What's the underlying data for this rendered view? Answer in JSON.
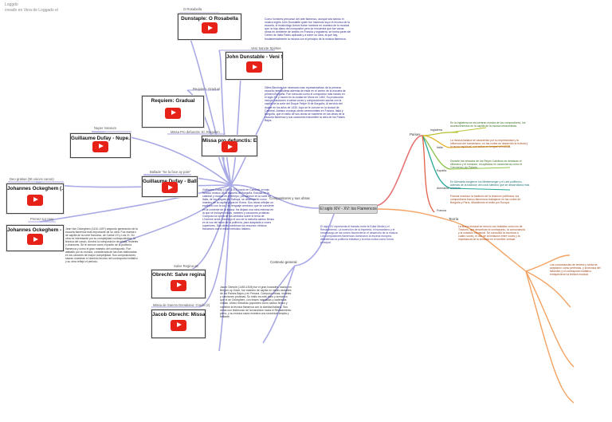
{
  "header": {
    "title": "Loggdo",
    "subtitle": "creado en Vera de Loggado el"
  },
  "central": "El siglo XIV - XV: los Flamencos",
  "branches": {
    "composers": "Compositores y sus obras",
    "context": "Contexto general",
    "paises": "Países",
    "teoria": "Teoría"
  },
  "sub_nodes": {
    "inglaterra": "Inglaterra",
    "italia": "Italia",
    "espana": "España",
    "alemania": "Alemania",
    "francia": "Francia"
  },
  "videos": [
    {
      "label": "O Rosabella",
      "title": "Dunstaple: O Rosabella"
    },
    {
      "label": "Veni Sancte Spiritus",
      "title": "John Dunstable - Veni S..."
    },
    {
      "label": "Requiem: Gradual",
      "title": "Requiem: Gradual"
    },
    {
      "label": "Nuper rosarum",
      "title": "Guillaume Dufay - Nupe..."
    },
    {
      "label": "Missa Pro defunctis: El. Requiem",
      "title": "Missa pro defunctis: El..."
    },
    {
      "label": "Ballade \"Se la face ay pale\"",
      "title": "Guillaume Dufay - Balla..."
    },
    {
      "label": "Deo gratias (36 voices canon)",
      "title": "Johannes Ockeghem (..."
    },
    {
      "label": "Prenez sur moy",
      "title": "Johannes Ockeghem - ..."
    },
    {
      "label": "Salve Regina a8",
      "title": "Obrecht: Salve regina a..."
    },
    {
      "label": "Missa de Sancto Donatiano: Credo (2)",
      "title": "Jacob Obrecht: Missa d..."
    }
  ],
  "texts": {
    "dunstable": "Como hombres precursor del arte flamenco, aunque sea siendo el músico inglés John Dunstable quien fue haciendo suyo el recurso de la escuela, el musicólogo Antoni fuese nombrar en muestra de lo musical que no hay datos del compositor pero se encuentra que fue varias obras en ambiente de ámbito en Francia y Inglaterra, se forma parte del Centro de Italia Flavio aplicada y a sobre su obra, al que hay, fundamentalmente la música con el principio de la música flamenca.",
    "binchois": "Gilles Binchois fue necesario más representativos de la primera escuela neerlandesa además de estar en el centro de la escuela de primera Borgoña. Fue conocido como el compositor más nacido en el siglo XV y muere en la ciudad de Mons en 1460. Su producción incluye canciones a varias voces y composiciones sacras con la capilla de la corte del Duque Felipe III de Borgoña, Al servicio del duque en los años de 1430. Aquí se le conoce en la ciudad de Cambrai. Adriano encargó obras ceremoniales en Francia, Italia y Borgoña, que el estilo de sus obras se mantiene en las obras de la escuela flamenca y sus canciones transmiten la obra de los Países Bajos.",
    "dufay": "Guillaume Dufay (1397-1474) nació en Cambrai, el más famoso músico de la escuela de Borgoña. Estudia en la catedral y música en el tiempo, permanece en la corte de Italia, de los duques de Saboya, se desempeñó como maestro de la capilla papal en Roma. Sus obras reflejan un equilibrio con la voz, su lenguaje armónico que se convierte en la corriente de la época. Ha dejado una obra extensa en la que se incluyen misas, motetes y canciones profanas. Compuso la ópera de los sentidos sobre el tema de L'homme armé. Introdujo el uso de la melodía cantus firmus en la voz del tenor de la polifonía, para adaptarla a voces superiores. Sus obras combinan los recursos rítmicos franceses con el estilo melódico italiano.",
    "ockeghem": "Jean Van Ockeghem (1410-1497) segundo generación de la escuela flamenca más importante de su obra. Fue maestro de capilla de la corte francesa, de Carlos VII y Luis XI. Su obra es interesante por su complejidad contrapuntística, la técnica del canon, dominó la composición de misas, motetes y chansons. Se le conoce como el padre de la polifonía flamenca y como el gran maestro del contrapunto. Fue alabado por su música, considerada de las más elaboradas en los cánones de mayor complejidad. Sus composiciones sacras muestran el dominio técnico del contrapunto imitativo y su obra reflejó el periodo.",
    "obrecht": "Jacob Obrecht (1450-1505) fue el gran holandés, nacido en Bergen op Zoom, fue maestro de capilla en varias ciudades de los Países Bajos y en Ferrara. Compuso misas, motetes y canciones profanas. Su estilo es más claro y armónico que el de Ockeghem, con frases marcadas y cadencias nítidas. Utilizó melodías populares como cantus firmus y combinó la técnica flamenca con la claridad italiana. Sus obras son testimonio de la transición hacia el Renacimiento pleno, y su música sacra muestra una sonoridad amplia y brillante.",
    "inglaterra": "En la Inglaterra se encuentran música de los compositores, los acontecimientos en la capilla de la música renacentista.",
    "italia": "La música italiana se caracterizó por su expresividad y la influencia del humanismo; en las cortes se desarrolló la frottola y la lauda espiritual, con textos en lengua vernácula.",
    "espana": "Durante los reinados de los Reyes Católicos se destacan el villancico y el romance, recopilados en cancioneros como el Cancionero de Palacio.",
    "alemania": "En Alemania surgieron los Meistersinger y el Lied polifónico, además de la tradición del coral luterano que se desarrollaría más adelante.",
    "francia": "Francia mantuvo la tradición de la chanson polifónica; los compositores franco-flamencos trabajaron en las cortes de Borgoña y París, difundiendo el estilo por Europa.",
    "contexto": "El siglo XV representa el tránsito entre la Edad Media y el Renacimiento. La invención de la imprenta, el humanismo y el mecenazgo de las cortes favorecieron el desarrollo de la música. Los compositores flamencos dominaron la escena europea, difundiendo la polifonía imitativa y la misa cíclica como forma principal.",
    "teoria": "La teoría musical se renovó con tratados como los de Tinctoris, que describían el contrapunto, la consonancia y la notación mensural. Se consolidó la escritura a cuatro voces, el uso de la imitación entre voces y la importancia de la armonía en el sentido vertical.",
    "teoria2": "Las consonancias de tercera y sexta se aceptaron como perfectas, y la técnica del fabordón y el contrapunto imitativo enriquecieron la textura musical."
  },
  "colors": {
    "composers": "#8b8bd8",
    "inglaterra": "#b7c233",
    "italia": "#e3b01e",
    "espana": "#8bc34a",
    "alemania": "#26a69a",
    "francia": "#e0604a",
    "teoria": "#f08a3c",
    "paises": "#e57373"
  }
}
